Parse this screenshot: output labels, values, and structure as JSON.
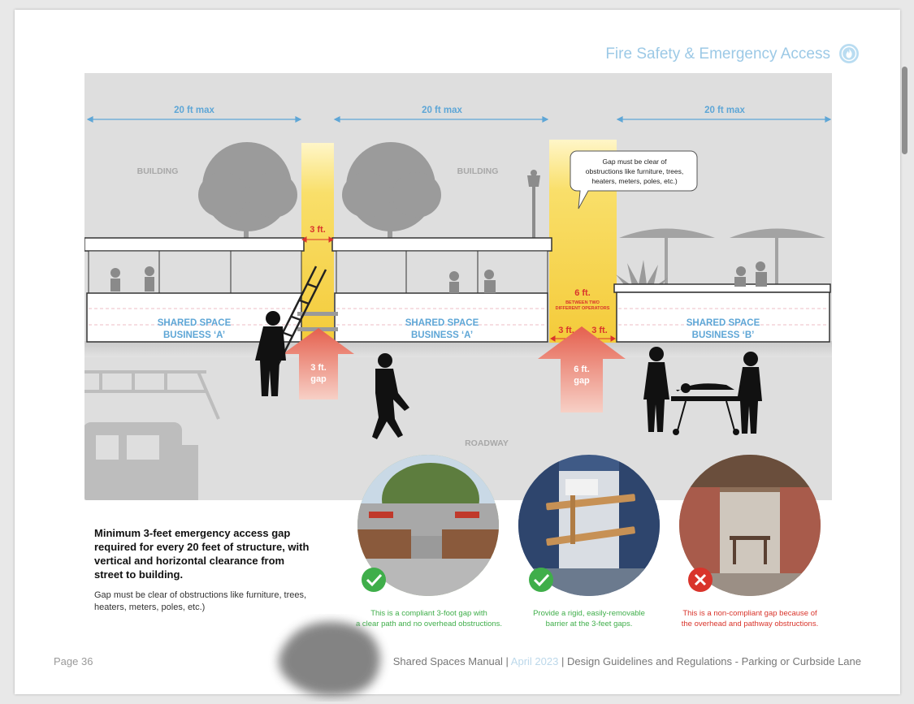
{
  "header": {
    "title": "Fire Safety & Emergency Access",
    "icon": "fire-safety-icon",
    "accent": "#9cc9e6"
  },
  "diagram": {
    "dim_labels": [
      "20 ft max",
      "20 ft max",
      "20 ft max"
    ],
    "building_labels": [
      "BUILDING",
      "BUILDING"
    ],
    "roadway_label": "ROADWAY",
    "shared_spaces": [
      {
        "line1": "SHARED SPACE",
        "line2": "BUSINESS ‘A’"
      },
      {
        "line1": "SHARED SPACE",
        "line2": "BUSINESS ‘A’"
      },
      {
        "line1": "SHARED SPACE",
        "line2": "BUSINESS ‘B’"
      }
    ],
    "gap_small": {
      "top": "3 ft.",
      "arrow_line1": "3 ft.",
      "arrow_line2": "gap"
    },
    "gap_large": {
      "top": "6 ft.",
      "note_line1": "BETWEEN TWO",
      "note_line2": "DIFFERENT OPERATORS",
      "half_left": "3 ft.",
      "half_right": "3 ft.",
      "arrow_line1": "6 ft.",
      "arrow_line2": "gap"
    },
    "callout": {
      "line1": "Gap must be clear of",
      "line2": "obstructions like furniture, trees,",
      "line3": "heaters, meters, poles, etc.)"
    }
  },
  "caption": {
    "main": "Minimum 3-feet emergency access gap required for every 20 feet of structure, with vertical and horizontal clearance from street to building.",
    "sub": "Gap must be clear of obstructions like furniture, trees, heaters, meters, poles, etc.)"
  },
  "photos": [
    {
      "status": "check-icon",
      "line1": "This is a compliant 3-foot gap with",
      "line2": "a clear path and no overhead obstructions."
    },
    {
      "status": "check-icon",
      "line1": "Provide a rigid, easily-removable",
      "line2": "barrier at the 3-feet gaps."
    },
    {
      "status": "x-icon",
      "line1": "This is a non-compliant gap because of",
      "line2": "the overhead and pathway obstructions."
    }
  ],
  "footer": {
    "page": "Page 36",
    "manual": "Shared Spaces Manual",
    "sep1": " | ",
    "date": "April 2023",
    "sep2": " | ",
    "section": "Design Guidelines and Regulations - Parking or Curbside Lane"
  },
  "colors": {
    "blue": "#5ea6d6",
    "yellow": "#f7d54a",
    "red": "#d9342b",
    "green": "#3fae4a",
    "gray": "#dedede"
  }
}
